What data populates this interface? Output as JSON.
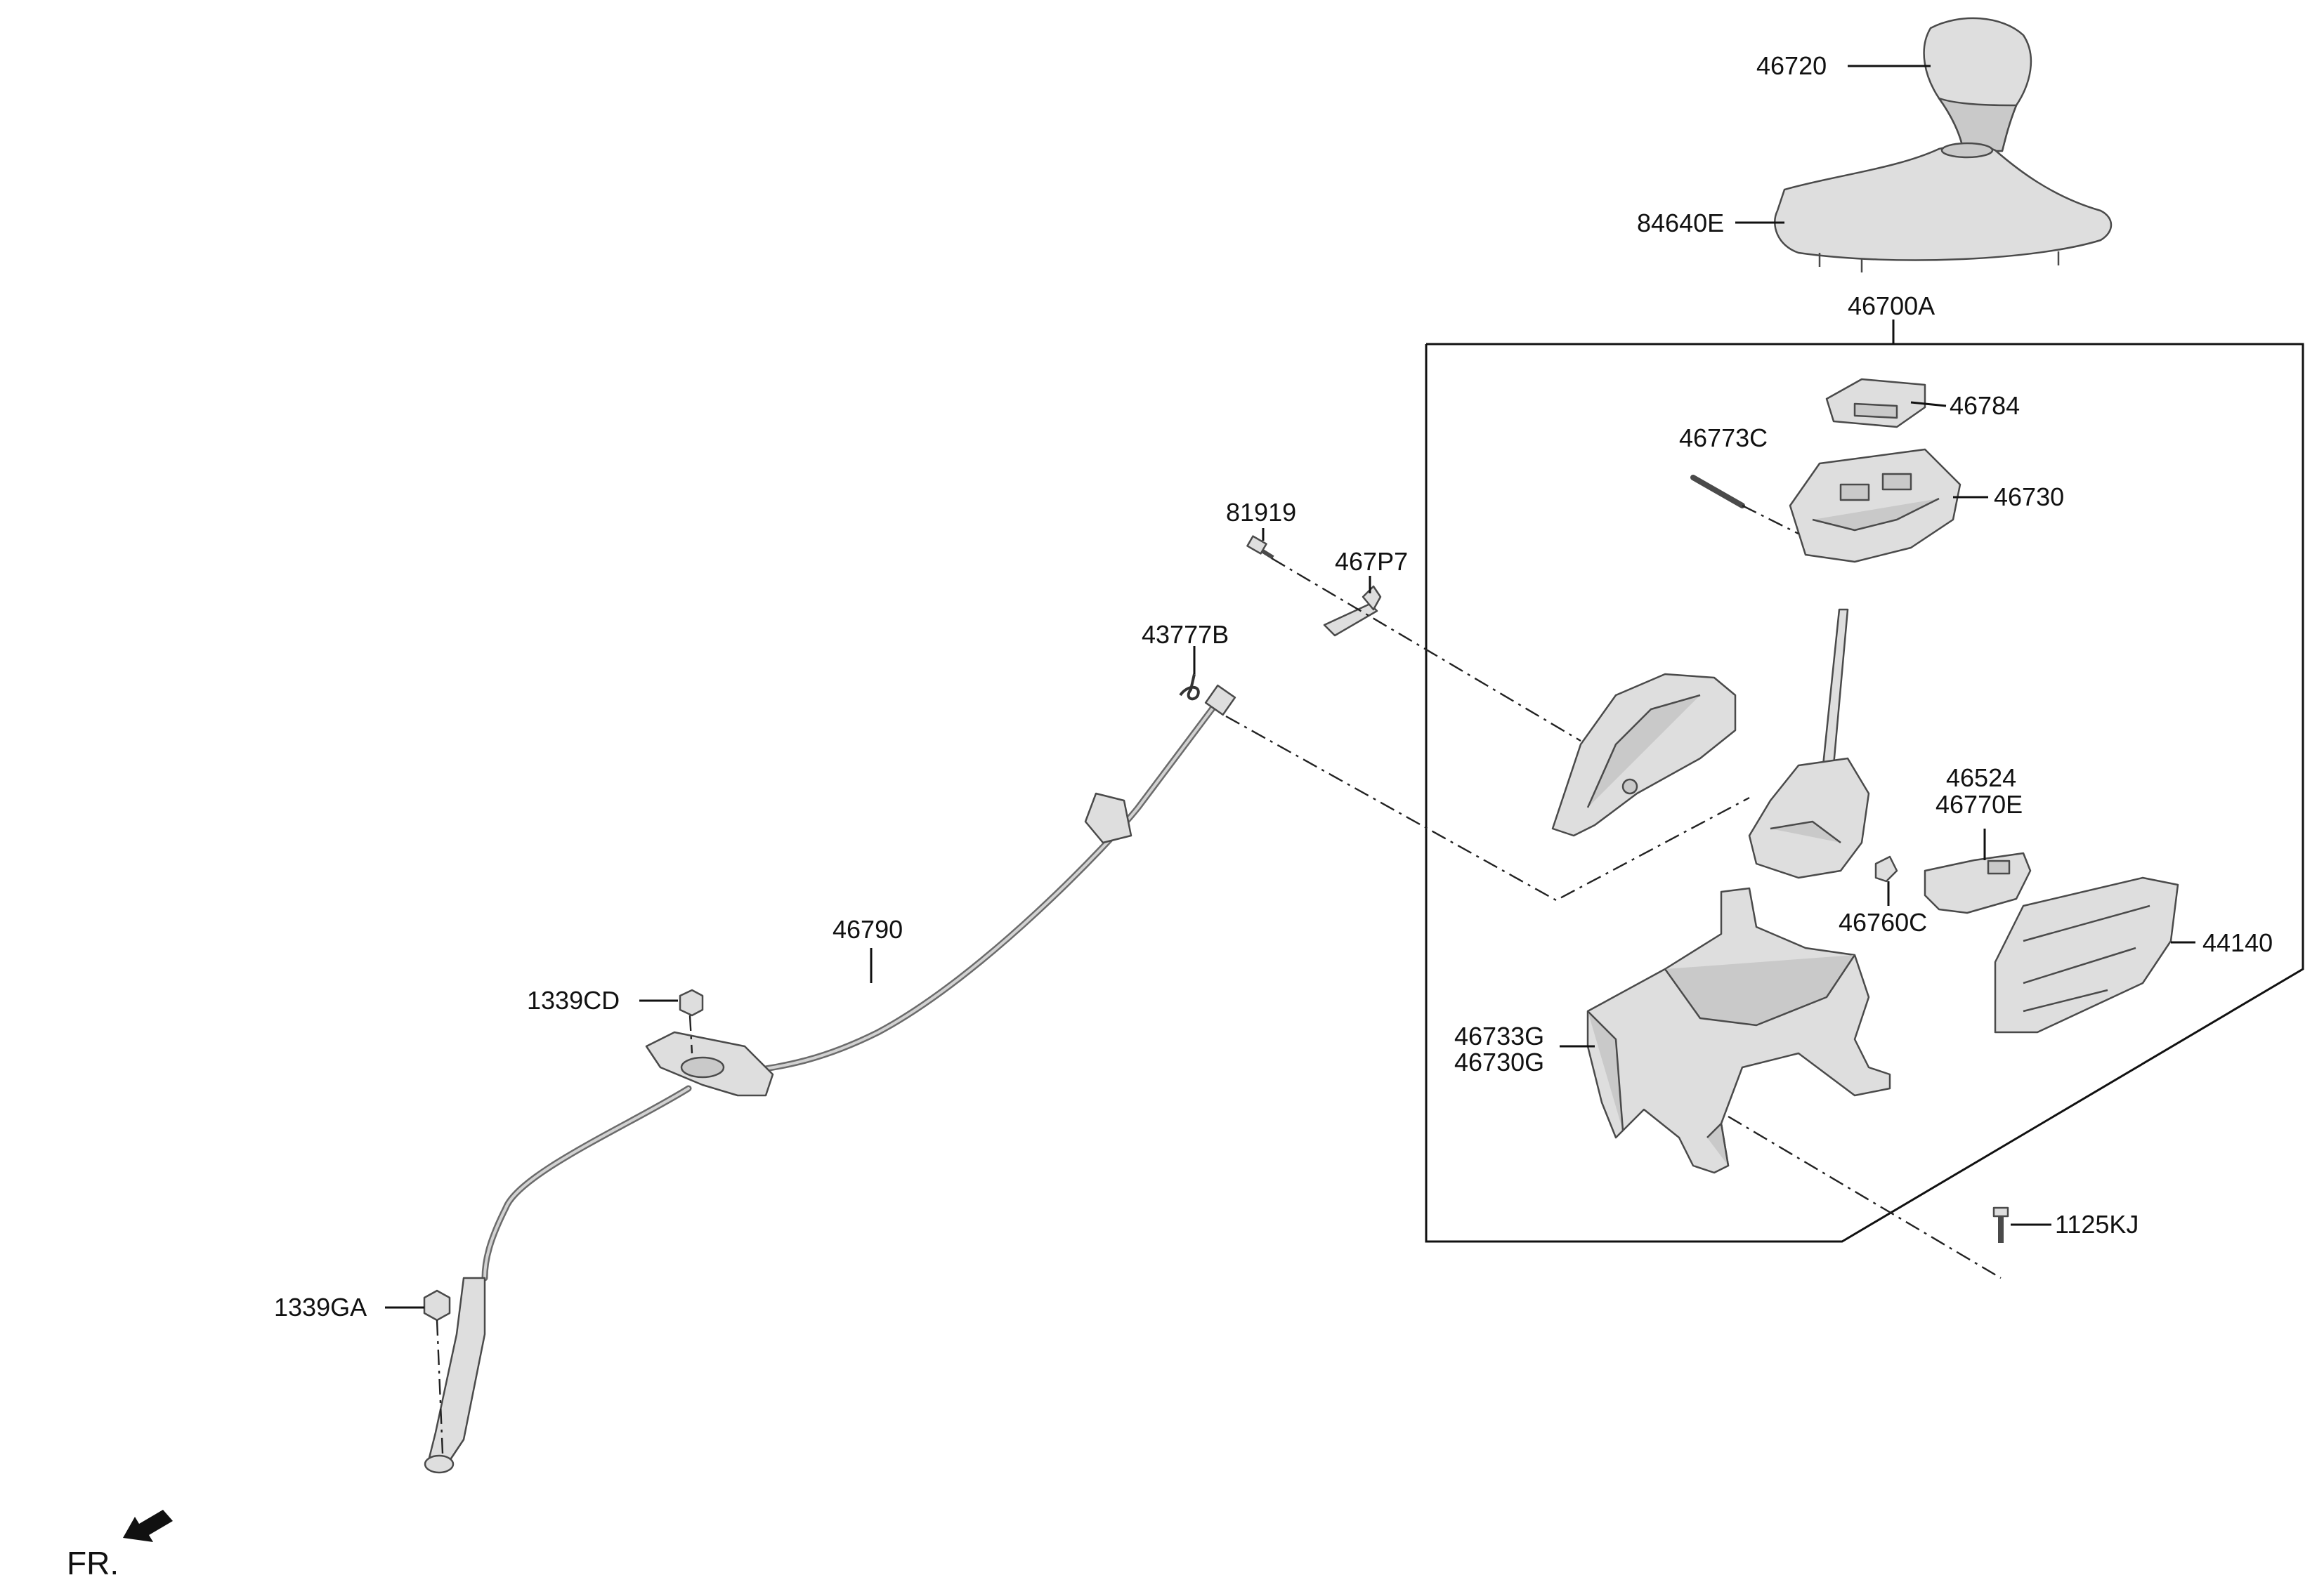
{
  "labels": {
    "p46720": "46720",
    "p84640E": "84640E",
    "p46700A": "46700A",
    "p46784": "46784",
    "p46773C": "46773C",
    "p46730": "46730",
    "p81919": "81919",
    "p467P7": "467P7",
    "p43777B": "43777B",
    "p46524": "46524",
    "p46770E": "46770E",
    "p46760C": "46760C",
    "p44140": "44140",
    "p46790": "46790",
    "p1339CD": "1339CD",
    "p46733G": "46733G",
    "p46730G": "46730G",
    "p1125KJ": "1125KJ",
    "p1339GA": "1339GA"
  },
  "direction": {
    "label": "FR.",
    "icon": "front-direction-arrow-icon"
  },
  "colors": {
    "line": "#111111",
    "part_fill": "#dedede",
    "part_stroke": "#4a4a4a"
  }
}
